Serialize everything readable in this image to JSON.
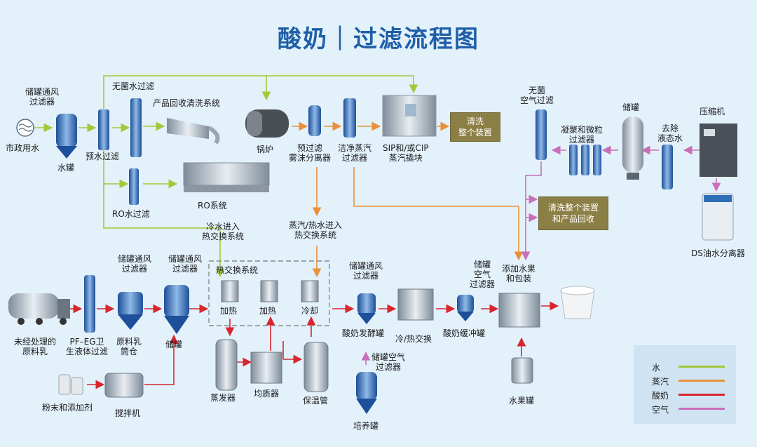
{
  "title": "酸奶｜过滤流程图",
  "colors": {
    "water": "#a4c83a",
    "steam": "#e8913a",
    "yogurt": "#d9262e",
    "air": "#c86fb8",
    "title": "#1f5fa8",
    "box": "#8c7f45"
  },
  "labels": {
    "municipal_water": "市政用水",
    "tank_vent_filter": "储罐通风\n过滤器",
    "water_tank": "水罐",
    "prefilter_water": "预水过滤",
    "sterile_water_filter": "无菌水过滤",
    "product_recovery": "产品回收清洗系统",
    "boiler": "锅炉",
    "prefilter_mist": "预过滤\n雾沫分离器",
    "clean_steam_filter": "洁净蒸汽\n过滤器",
    "sip_cip": "SIP和/或CIP\n蒸汽撬块",
    "ro_filter": "RO水过滤",
    "ro_system": "RO系统",
    "cold_water_in": "冷水进入\n热交换系统",
    "steam_hot_in": "蒸汽/热水进入\n热交换系统",
    "sterile_air_filter": "无菌\n空气过滤",
    "storage_tank_top": "储罐",
    "compressor": "压缩机",
    "coalescing_filter": "凝聚和微粒\n过滤器",
    "remove_liquid": "去除\n液态水",
    "ds_separator": "DS油水分离器",
    "raw_milk": "未经处理的\n原料乳",
    "pf_eg": "PF–EG卫\n生液体过滤",
    "tank_vent_filter2": "储罐通风\n过滤器",
    "raw_silo": "原料乳\n筒仓",
    "tank_vent_filter3": "储罐通风\n过滤器",
    "storage_tank": "储罐",
    "heat_exchange_system": "热交换系统",
    "heating1": "加热",
    "heating2": "加热",
    "cooling": "冷却",
    "tank_vent_filter4": "储罐通风\n过滤器",
    "ferment_tank": "酸奶发酵罐",
    "cold_hot_exchange": "冷/热交换",
    "tank_air_filter": "储罐\n空气\n过滤器",
    "buffer_tank": "酸奶缓冲罐",
    "add_fruit_pack": "添加水果\n和包装",
    "powder_additive": "粉末和添加剂",
    "mixer": "搅拌机",
    "evaporator": "蒸发器",
    "homogenizer": "均质器",
    "holding_tube": "保温管",
    "culture_air_filter": "储罐空气\n过滤器",
    "culture_tank": "培养罐",
    "fruit_tank": "水果罐"
  },
  "boxes": {
    "clean_all": "清洗\n整个装置",
    "clean_recover": "清洗整个装置\n和产品回收"
  },
  "legend": [
    {
      "name": "水",
      "color": "#a4c83a"
    },
    {
      "name": "蒸汽",
      "color": "#e8913a"
    },
    {
      "name": "酸奶",
      "color": "#d9262e"
    },
    {
      "name": "空气",
      "color": "#c86fb8"
    }
  ]
}
